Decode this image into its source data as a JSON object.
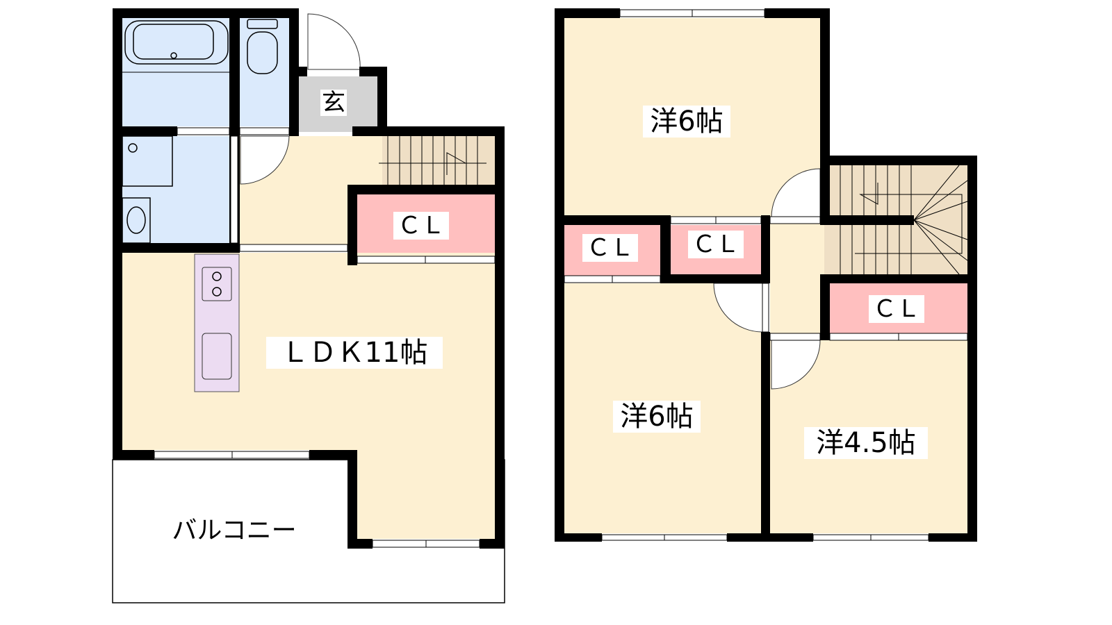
{
  "floor1": {
    "entrance": "玄",
    "closet": "ＣＬ",
    "ldk": "ＬＤＫ11帖",
    "balcony": "バルコニー"
  },
  "floor2": {
    "room_north": "洋6帖",
    "closet_left": "ＣＬ",
    "closet_mid": "ＣＬ",
    "closet_right": "ＣＬ",
    "room_south_west": "洋6帖",
    "room_south_east": "洋4.5帖"
  },
  "colors": {
    "wet_area": "#dbeafc",
    "living": "#fdf0d2",
    "closet": "#ffbfbf",
    "stairs": "#efdfc5",
    "entrance": "#d3d3d3",
    "kitchen": "#ecdcf2"
  }
}
